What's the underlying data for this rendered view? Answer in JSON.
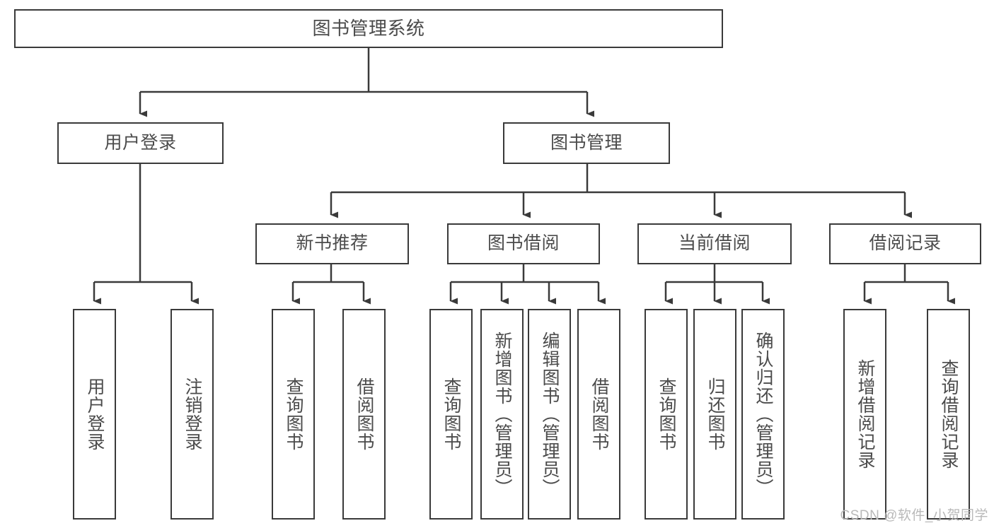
{
  "diagram": {
    "title": "图书管理系统",
    "type": "tree-hierarchy",
    "root": {
      "label": "图书管理系统"
    },
    "level2": [
      {
        "label": "用户登录"
      },
      {
        "label": "图书管理"
      }
    ],
    "level3": [
      {
        "label": "新书推荐"
      },
      {
        "label": "图书借阅"
      },
      {
        "label": "当前借阅"
      },
      {
        "label": "借阅记录"
      }
    ],
    "leaves": {
      "user_login": [
        {
          "label": "用户登录"
        },
        {
          "label": "注销登录"
        }
      ],
      "new_book_recommend": [
        {
          "label": "查询图书"
        },
        {
          "label": "借阅图书"
        }
      ],
      "book_borrow": [
        {
          "label": "查询图书"
        },
        {
          "label": "新增图书（管理员）"
        },
        {
          "label": "编辑图书（管理员）"
        },
        {
          "label": "借阅图书"
        }
      ],
      "current_borrow": [
        {
          "label": "查询图书"
        },
        {
          "label": "归还图书"
        },
        {
          "label": "确认归还（管理员）"
        }
      ],
      "borrow_record": [
        {
          "label": "新增借阅记录"
        },
        {
          "label": "查询借阅记录"
        }
      ]
    }
  },
  "watermark": {
    "text": "CSDN @软件_小贺同学"
  },
  "colors": {
    "stroke": "#3a3a3a",
    "text": "#4b4b4b",
    "background": "#ffffff",
    "watermark": "#b9b9b9"
  }
}
